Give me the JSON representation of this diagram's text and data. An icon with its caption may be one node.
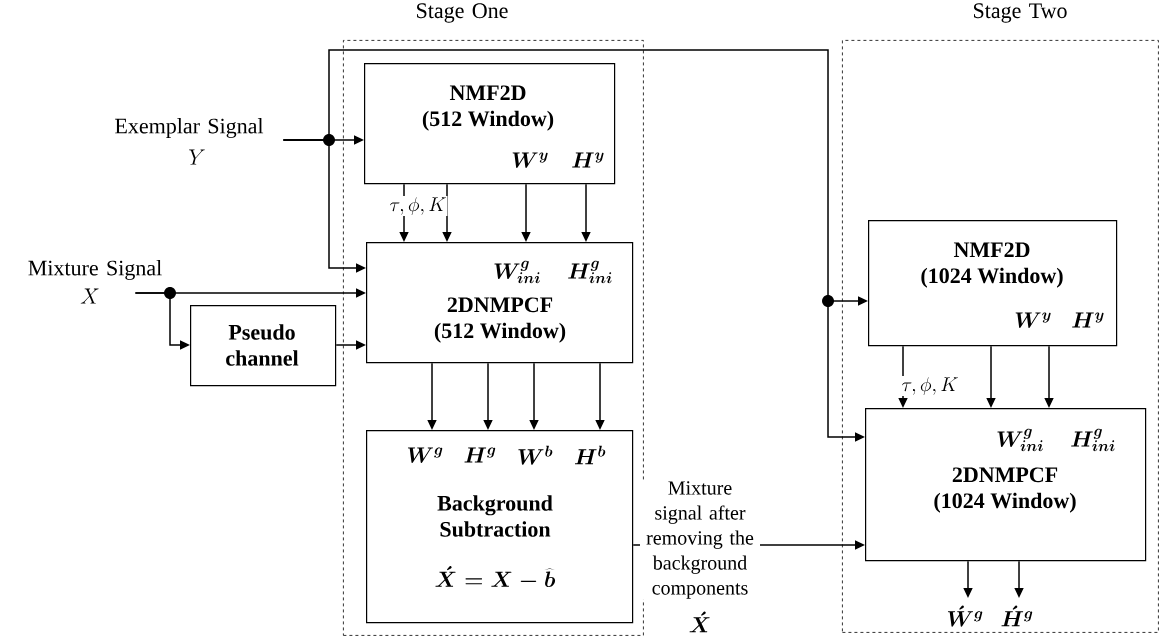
{
  "diagram": {
    "nodes": [
      {
        "text": [
          "Stage One"
        ]
      },
      {
        "text": [
          "NMF2D (512 Window)",
          "W^{y}",
          "H^{y}"
        ],
        "in": 0
      },
      {
        "text": [
          "W^{g}_{ini}",
          "H^{g}_{ini}",
          "2DNMPCF (512 Window)"
        ],
        "in": 0
      },
      {
        "text": [
          "Pseudo channel"
        ]
      },
      {
        "text": [
          "W^{g}",
          "H^{g}",
          "W^{b}",
          "H^{b}",
          "Background Subtraction",
          "\\acute{X} = X - \\widehat{b}"
        ],
        "in": 0
      },
      {
        "text": [
          "Stage Two"
        ]
      },
      {
        "text": [
          "NMF2D (1024 Window)",
          "W^{y}",
          "H^{y}"
        ],
        "in": 5
      },
      {
        "text": [
          "W^{g}_{ini}",
          "H^{g}_{ini}",
          "2DNMPCF (1024 Window)"
        ],
        "in": 5
      },
      {
        "text": [
          "Exemplar Signal",
          "Y"
        ]
      },
      {
        "text": [
          "Mixture Signal",
          "X"
        ]
      },
      {
        "text": [
          "\\acute{W}^{g}"
        ],
        "in": 5
      },
      {
        "text": [
          "\\acute{H}^{g}"
        ],
        "in": 5
      }
    ],
    "edges": [
      {
        "from": 8,
        "to": 1,
        "arrow": "to"
      },
      {
        "from": 8,
        "to": 2,
        "arrow": "to"
      },
      {
        "from": 8,
        "to": 6,
        "arrow": "to"
      },
      {
        "from": 8,
        "to": 7,
        "arrow": "to"
      },
      {
        "from": 9,
        "to": 2,
        "arrow": "to"
      },
      {
        "from": 9,
        "to": 3,
        "arrow": "to"
      },
      {
        "from": 3,
        "to": 2,
        "arrow": "to"
      },
      {
        "from": 1,
        "to": 2,
        "arrow": "to",
        "label": "\\tau, \\phi, K"
      },
      {
        "from": 1,
        "to": 2,
        "arrow": "to"
      },
      {
        "from": 1,
        "to": 2,
        "arrow": "to"
      },
      {
        "from": 1,
        "to": 2,
        "arrow": "to"
      },
      {
        "from": 2,
        "to": 4,
        "arrow": "to"
      },
      {
        "from": 2,
        "to": 4,
        "arrow": "to"
      },
      {
        "from": 2,
        "to": 4,
        "arrow": "to"
      },
      {
        "from": 2,
        "to": 4,
        "arrow": "to"
      },
      {
        "from": 4,
        "to": 7,
        "arrow": "to",
        "label": "Mixture signal after removing the background components"
      },
      {
        "from": 6,
        "to": 7,
        "arrow": "to",
        "label": "\\tau, \\phi, K"
      },
      {
        "from": 6,
        "to": 7,
        "arrow": "to"
      },
      {
        "from": 6,
        "to": 7,
        "arrow": "to"
      },
      {
        "from": 7,
        "to": 10,
        "arrow": "to"
      },
      {
        "from": 7,
        "to": 11,
        "arrow": "to"
      }
    ],
    "labels": [
      "\\acute{X}"
    ]
  }
}
